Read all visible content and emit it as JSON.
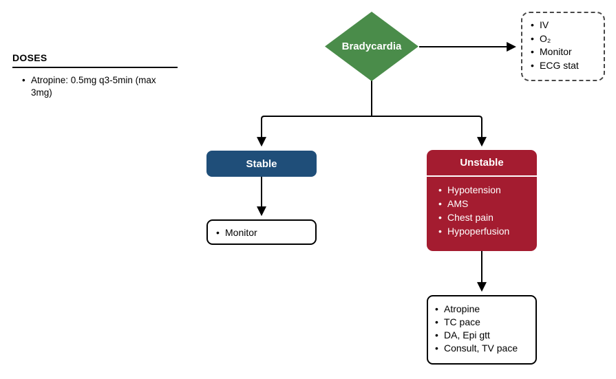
{
  "doses_panel": {
    "title": "DOSES",
    "items": [
      "Atropine: 0.5mg q3-5min (max 3mg)"
    ]
  },
  "flowchart": {
    "start_node": {
      "label": "Bradycardia",
      "fill": "#4a8c4a",
      "text_color": "#ffffff"
    },
    "initial_actions_box": {
      "border_style": "dashed",
      "items": [
        "IV",
        "O₂",
        "Monitor",
        "ECG stat"
      ]
    },
    "stable_branch": {
      "header": {
        "label": "Stable",
        "fill": "#1f4e79",
        "text_color": "#ffffff"
      },
      "actions_box": {
        "items": [
          "Monitor"
        ]
      }
    },
    "unstable_branch": {
      "header": {
        "label": "Unstable",
        "fill": "#a41c30",
        "text_color": "#ffffff"
      },
      "criteria_items": [
        "Hypotension",
        "AMS",
        "Chest pain",
        "Hypoperfusion"
      ],
      "actions_box": {
        "items": [
          "Atropine",
          "TC pace",
          "DA, Epi gtt",
          "Consult, TV pace"
        ]
      }
    },
    "connector_color": "#000000"
  }
}
